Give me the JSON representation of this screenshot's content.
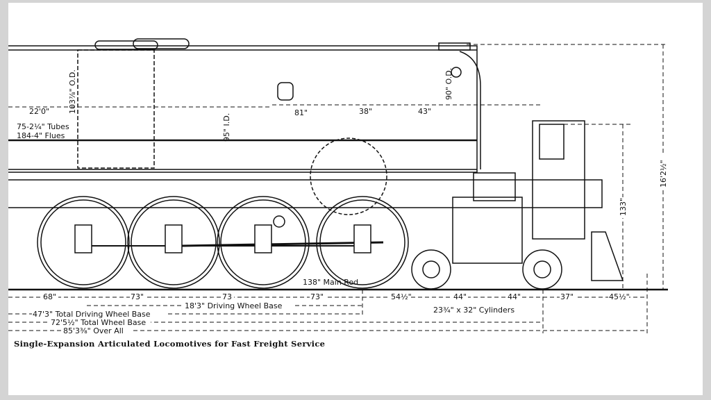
{
  "drawing": {
    "caption": "Single-Expansion Articulated Locomotives for Fast Freight Service",
    "boiler_notes": {
      "firebox_length": "22'0\"",
      "tubes": "75-2¼\" Tubes",
      "flues": "184-4\" Flues",
      "boiler_od_rear": "103⅞\" O.D.",
      "boiler_id": "95\" I.D.",
      "boiler_od_front": "90\" O.D.",
      "dim_81": "81\"",
      "dim_38": "38\"",
      "dim_43": "43\""
    },
    "heights": {
      "overall": "16'2½\"",
      "center": "133\""
    },
    "wheel_dims": {
      "d68": "68\"",
      "d73a": "73\"",
      "d73b": "73",
      "d73c": "73\"",
      "d54": "54½\"",
      "d44a": "44\"",
      "d44b": "44\"",
      "d37": "37\"",
      "d45": "45½\"",
      "main_rod": "138\" Main Rod",
      "cylinders": "23¾\" x 32\" Cylinders"
    },
    "wheelbase": {
      "driving": "18'3\" Driving Wheel Base",
      "total_driving": "47'3\" Total Driving Wheel Base",
      "total": "72'5½\" Total Wheel Base",
      "overall": "85'3⅜\" Over All"
    }
  }
}
